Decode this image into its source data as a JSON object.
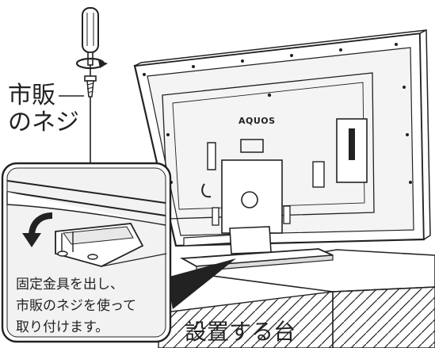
{
  "labels": {
    "screw_line1": "市販",
    "screw_line2": "のネジ",
    "inset_caption": "固定金具を出し、\n市販のネジを使って\n取り付けます。",
    "stand_label": "設置する台",
    "brand": "AQUOS"
  },
  "icons": [
    "screwdriver-icon",
    "rotate-arrow-icon",
    "screw-icon",
    "curved-arrow-icon"
  ],
  "colors": {
    "line": "#222222",
    "fill": "#ffffff",
    "panel": "#f2f2f2"
  }
}
